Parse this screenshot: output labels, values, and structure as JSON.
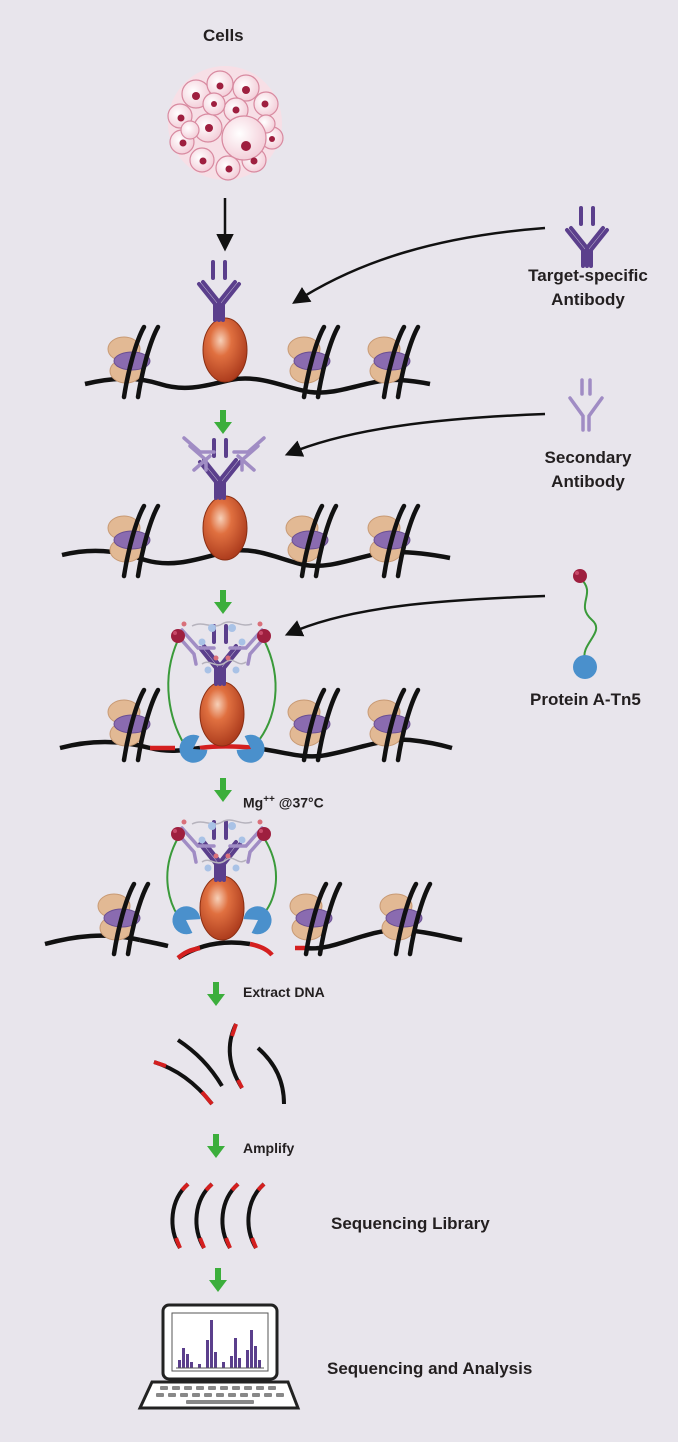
{
  "labels": {
    "cells": "Cells",
    "target_antibody_line1": "Target-specific",
    "target_antibody_line2": "Antibody",
    "secondary_antibody_line1": "Secondary",
    "secondary_antibody_line2": "Antibody",
    "protein_a_tn5": "Protein A-Tn5",
    "mg_condition": "Mg",
    "mg_superscript": "++",
    "mg_temperature": " @37°C",
    "extract_dna": "Extract DNA",
    "amplify": "Amplify",
    "sequencing_library": "Sequencing Library",
    "sequencing_analysis": "Sequencing and Analysis"
  },
  "colors": {
    "background": "#e8e5ec",
    "dna": "#111111",
    "antibody_primary": "#5b3f8c",
    "antibody_secondary": "#a08cc4",
    "target_protein": "#c8471d",
    "histone_tan": "#e2b994",
    "histone_purple": "#8a6bb0",
    "tn5_blue": "#4a90cc",
    "pa_red": "#9e1f3f",
    "linker_green": "#3a9a3a",
    "cleaved_dna": "#d41f1f",
    "step_arrow": "#3cae3c"
  }
}
